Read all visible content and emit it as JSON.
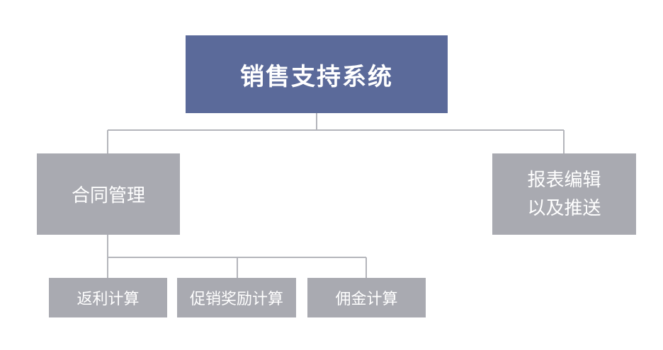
{
  "root": {
    "title": "销售支持系统"
  },
  "branches": {
    "contract": {
      "label": "合同管理"
    },
    "report": {
      "line1": "报表编辑",
      "line2": "以及推送"
    }
  },
  "leaves": [
    {
      "label": "返利计算"
    },
    {
      "label": "促销奖励计算"
    },
    {
      "label": "佣金计算"
    }
  ],
  "colors": {
    "root": "#5b6a9a",
    "node": "#a9aab1",
    "connector": "#b4b5bb"
  }
}
